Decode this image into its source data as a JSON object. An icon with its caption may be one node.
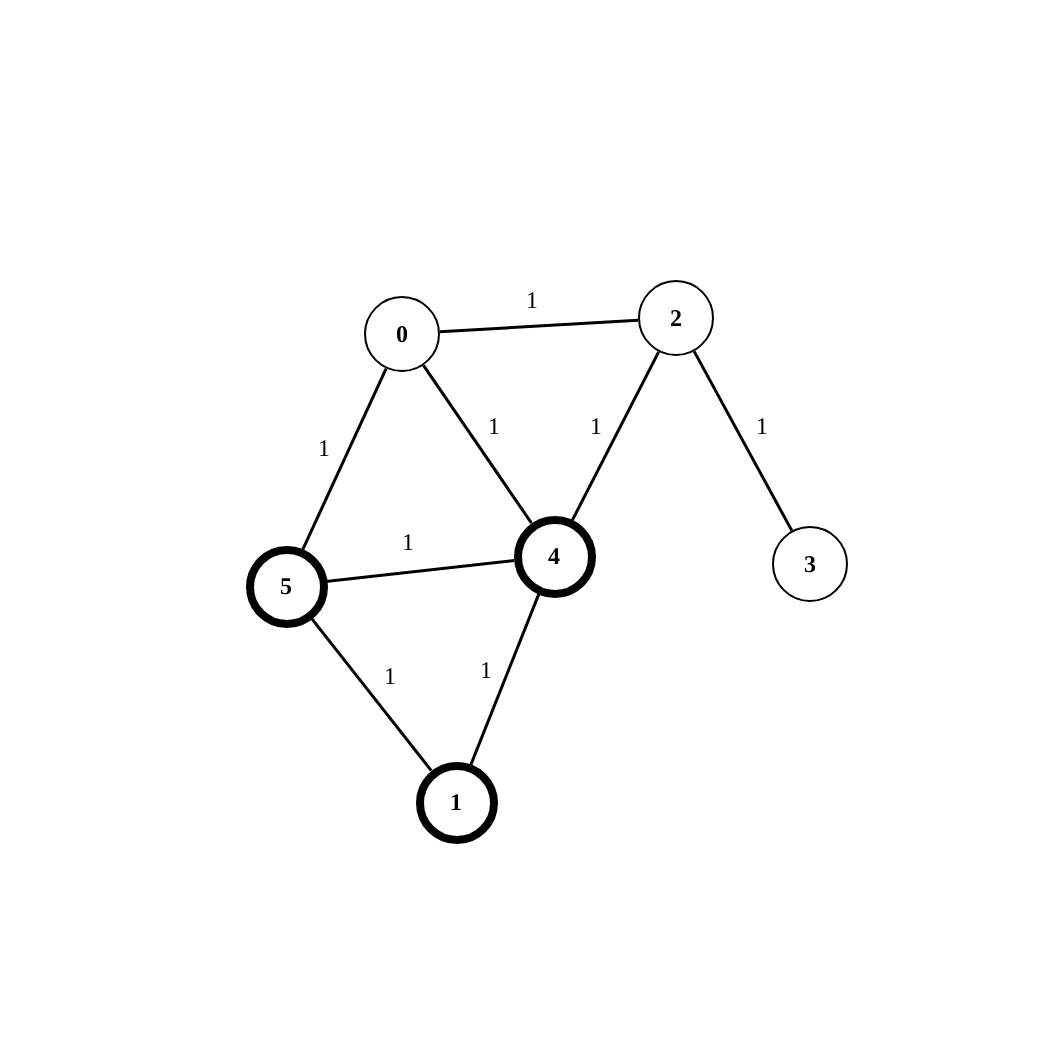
{
  "diagram": {
    "nodes": [
      {
        "text": [
          "0"
        ]
      },
      {
        "text": [
          "1"
        ]
      },
      {
        "text": [
          "2"
        ]
      },
      {
        "text": [
          "3"
        ]
      },
      {
        "text": [
          "4"
        ]
      },
      {
        "text": [
          "5"
        ]
      }
    ],
    "edges": [
      {
        "from": 0,
        "to": 2,
        "arrow": "none",
        "label": "1"
      },
      {
        "from": 0,
        "to": 5,
        "arrow": "none",
        "label": "1"
      },
      {
        "from": 0,
        "to": 4,
        "arrow": "none",
        "label": "1"
      },
      {
        "from": 2,
        "to": 4,
        "arrow": "none",
        "label": "1"
      },
      {
        "from": 2,
        "to": 3,
        "arrow": "none",
        "label": "1"
      },
      {
        "from": 5,
        "to": 4,
        "arrow": "none",
        "label": "1"
      },
      {
        "from": 5,
        "to": 1,
        "arrow": "none",
        "label": "1"
      },
      {
        "from": 4,
        "to": 1,
        "arrow": "none",
        "label": "1"
      }
    ]
  }
}
